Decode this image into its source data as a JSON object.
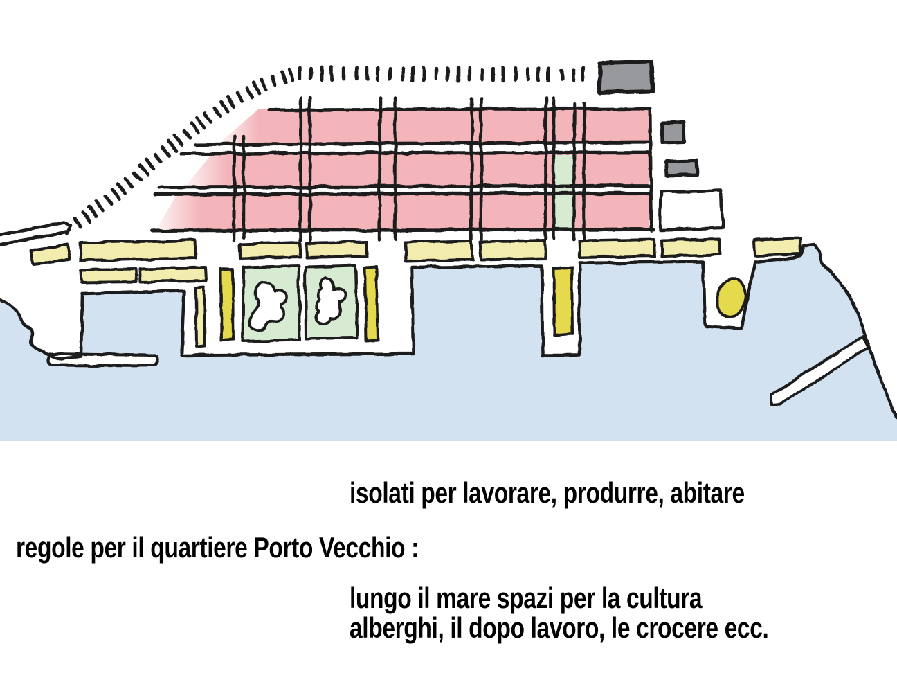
{
  "captions": {
    "isolati": "isolati per lavorare, produrre, abitare",
    "heading": "regole per il quartiere Porto Vecchio :",
    "mare_line1": "lungo il mare spazi per la cultura",
    "mare_line2": "alberghi, il dopo lavoro, le crocere ecc."
  },
  "palette": {
    "water": "#d2e2f1",
    "pink": "#f3b5b9",
    "green": "#d7ead2",
    "paleYellow": "#f2edae",
    "brightYellow": "#e5d94d",
    "gray": "#97999c",
    "charcoal": "#1f1f1f",
    "text": "#000000"
  }
}
